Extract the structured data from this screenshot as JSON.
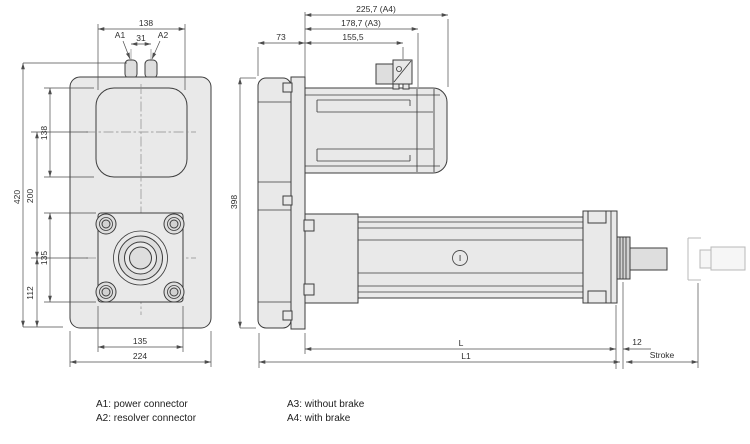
{
  "colors": {
    "background": "#ffffff",
    "body_fill": "#e9e9e9",
    "outline": "#3d3d3d",
    "dimension_line": "#4d4d4d",
    "phantom_line": "#b8b8b8"
  },
  "front_view": {
    "dim_width_top": "138",
    "dim_connector_gap": "31",
    "label_a1": "A1",
    "label_a2": "A2",
    "dim_total_height": "420",
    "dim_motor_height": "138",
    "dim_center_distance": "200",
    "dim_flange_height": "135",
    "dim_bottom_offset": "112",
    "dim_flange_width": "135",
    "dim_plate_width": "224"
  },
  "side_view": {
    "dim_total_a4": "225,7 (A4)",
    "dim_total_a3": "178,7 (A3)",
    "dim_connector_length": "155,5",
    "dim_plate_depth": "73",
    "dim_plate_height": "398",
    "dim_body_length": "L",
    "dim_total_length": "L1",
    "dim_rod_extension": "12",
    "dim_stroke": "Stroke",
    "tube_marker": "I"
  },
  "legend": {
    "a1": "A1: power connector",
    "a2": "A2: resolver connector",
    "a3": "A3: without brake",
    "a4": "A4: with brake"
  }
}
